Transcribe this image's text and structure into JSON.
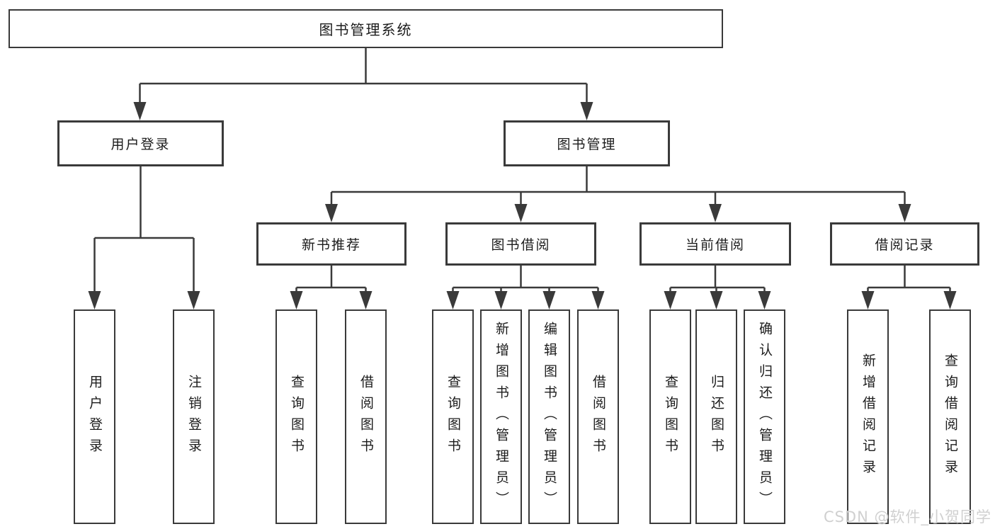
{
  "diagram": {
    "type": "hierarchy-tree",
    "levels": 4
  },
  "nodes": {
    "root": "图书管理系统",
    "user_login": "用户登录",
    "book_management": "图书管理",
    "new_book_recommend": "新书推荐",
    "book_borrowing": "图书借阅",
    "current_borrowing": "当前借阅",
    "borrowing_records": "借阅记录",
    "leaf_user_login": "用户登录",
    "leaf_logout": "注销登录",
    "leaf_rec_query_books": "查询图书",
    "leaf_rec_borrow_books": "借阅图书",
    "leaf_bb_query_books": "查询图书",
    "leaf_bb_add_books": "新增图书（管理员）",
    "leaf_bb_edit_books": "编辑图书（管理员）",
    "leaf_bb_borrow_books": "借阅图书",
    "leaf_cb_query_books": "查询图书",
    "leaf_cb_return_books": "归还图书",
    "leaf_cb_confirm_return": "确认归还（管理员）",
    "leaf_br_add_record": "新增借阅记录",
    "leaf_br_query_record": "查询借阅记录"
  },
  "edges": [
    {
      "from": "root",
      "to": [
        "user_login",
        "book_management"
      ]
    },
    {
      "from": "user_login",
      "to": [
        "leaf_user_login",
        "leaf_logout"
      ]
    },
    {
      "from": "book_management",
      "to": [
        "new_book_recommend",
        "book_borrowing",
        "current_borrowing",
        "borrowing_records"
      ]
    },
    {
      "from": "new_book_recommend",
      "to": [
        "leaf_rec_query_books",
        "leaf_rec_borrow_books"
      ]
    },
    {
      "from": "book_borrowing",
      "to": [
        "leaf_bb_query_books",
        "leaf_bb_add_books",
        "leaf_bb_edit_books",
        "leaf_bb_borrow_books"
      ]
    },
    {
      "from": "current_borrowing",
      "to": [
        "leaf_cb_query_books",
        "leaf_cb_return_books",
        "leaf_cb_confirm_return"
      ]
    },
    {
      "from": "borrowing_records",
      "to": [
        "leaf_br_add_record",
        "leaf_br_query_record"
      ]
    }
  ],
  "watermark": "CSDN @软件_小贺同学",
  "colors": {
    "line": "#3a3a3a",
    "text": "#1c1c1c",
    "background": "#ffffff",
    "watermark": "#d0d0d0"
  }
}
